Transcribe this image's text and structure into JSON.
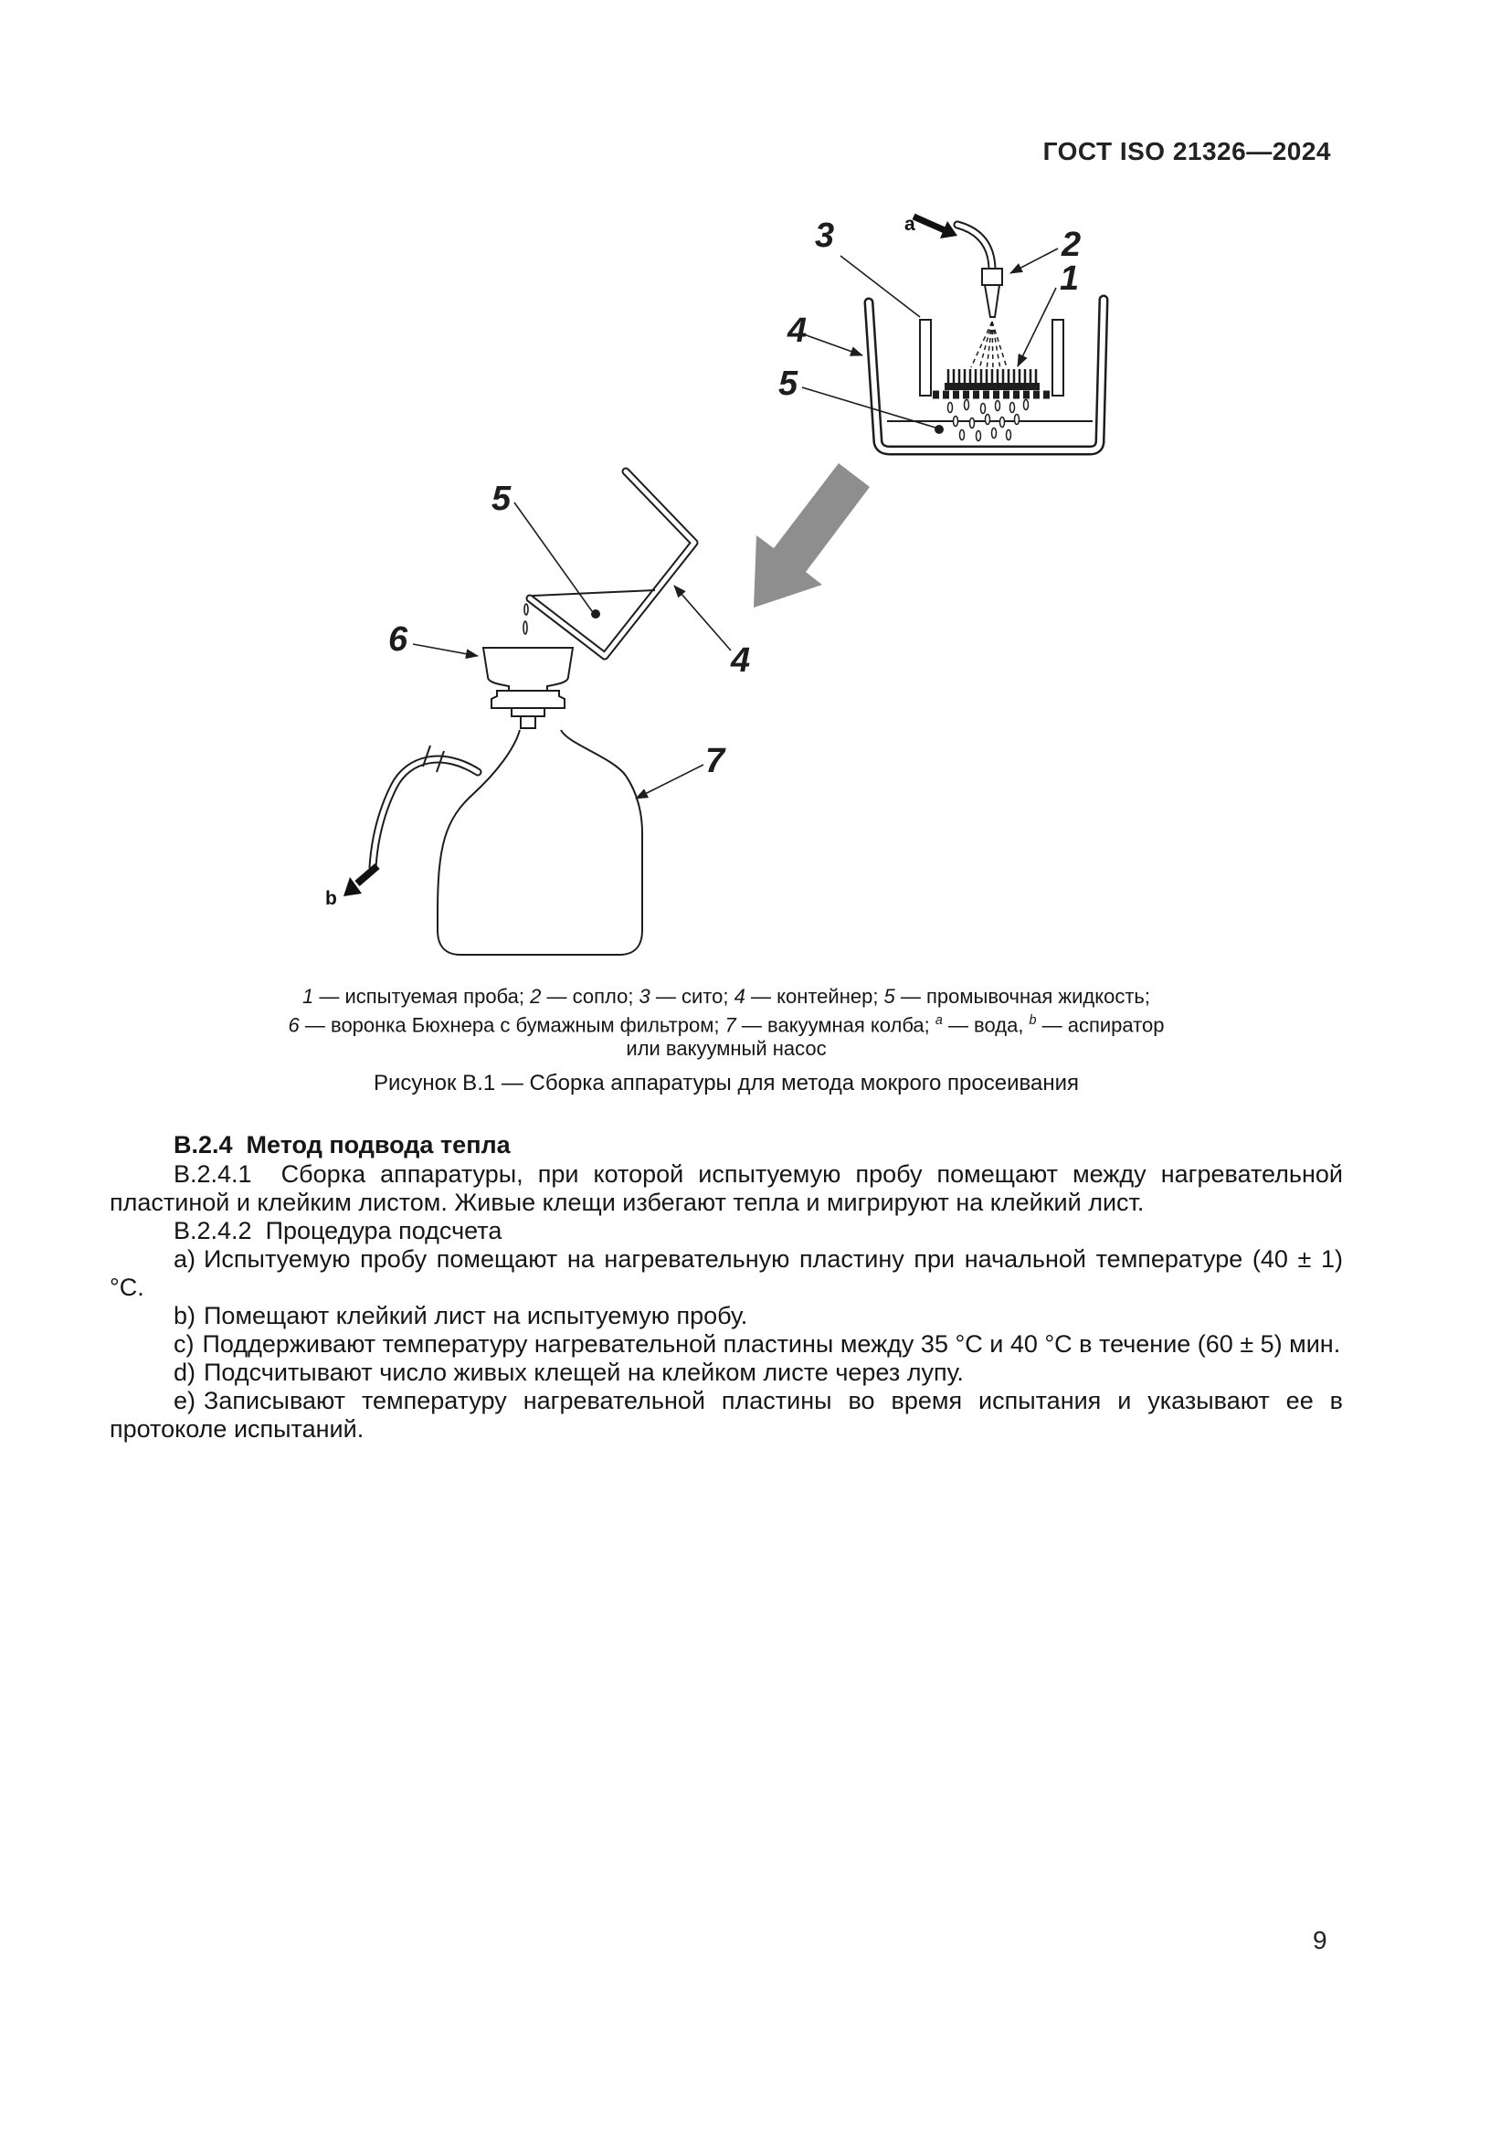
{
  "page": {
    "header": "ГОСТ ISO 21326—2024",
    "page_number": "9"
  },
  "figure": {
    "labels": {
      "n1": "1",
      "n2": "2",
      "n3": "3",
      "n4": "4",
      "n5": "5",
      "n4b": "4",
      "n5b": "5",
      "n6": "6",
      "n7": "7",
      "a": "a",
      "b": "b"
    },
    "legend_lines": [
      [
        [
          "1",
          "i"
        ],
        [
          " — испытуемая проба; ",
          "n"
        ],
        [
          "2",
          "i"
        ],
        [
          " — сопло; ",
          "n"
        ],
        [
          "3",
          "i"
        ],
        [
          " — сито; ",
          "n"
        ],
        [
          "4",
          "i"
        ],
        [
          " — контейнер; ",
          "n"
        ],
        [
          "5",
          "i"
        ],
        [
          " — промывочная жидкость;",
          "n"
        ]
      ],
      [
        [
          "6",
          "i"
        ],
        [
          " — воронка Бюхнера с бумажным фильтром; ",
          "n"
        ],
        [
          "7",
          "i"
        ],
        [
          " — вакуумная колба; ",
          "n"
        ],
        [
          "a",
          "s"
        ],
        [
          " — вода, ",
          "n"
        ],
        [
          "b",
          "s"
        ],
        [
          " — аспиратор",
          "n"
        ]
      ],
      [
        [
          "или вакуумный насос",
          "n"
        ]
      ]
    ],
    "caption": "Рисунок В.1 — Сборка аппаратуры для метода мокрого просеивания"
  },
  "body": {
    "heading": "В.2.4  Метод подвода тепла",
    "p1": "В.2.4.1  Сборка аппаратуры, при которой испытуемую пробу помещают между нагревательной пластиной и клейким листом. Живые клещи избегают тепла и мигрируют на клейкий лист.",
    "p2": "В.2.4.2  Процедура подсчета",
    "items": [
      {
        "marker": "a)",
        "text": "Испытуемую пробу помещают на нагревательную пластину при начальной температуре (40 ± 1) °С."
      },
      {
        "marker": "b)",
        "text": "Помещают клейкий лист на испытуемую пробу."
      },
      {
        "marker": "c)",
        "text": "Поддерживают температуру нагревательной пластины между 35 °С и 40 °С в течение (60 ± 5) мин."
      },
      {
        "marker": "d)",
        "text": "Подсчитывают число живых клещей на клейком листе через лупу."
      },
      {
        "marker": "e)",
        "text": "Записывают температуру нагревательной пластины во время испытания и указывают ее в протоколе испытаний."
      }
    ]
  }
}
